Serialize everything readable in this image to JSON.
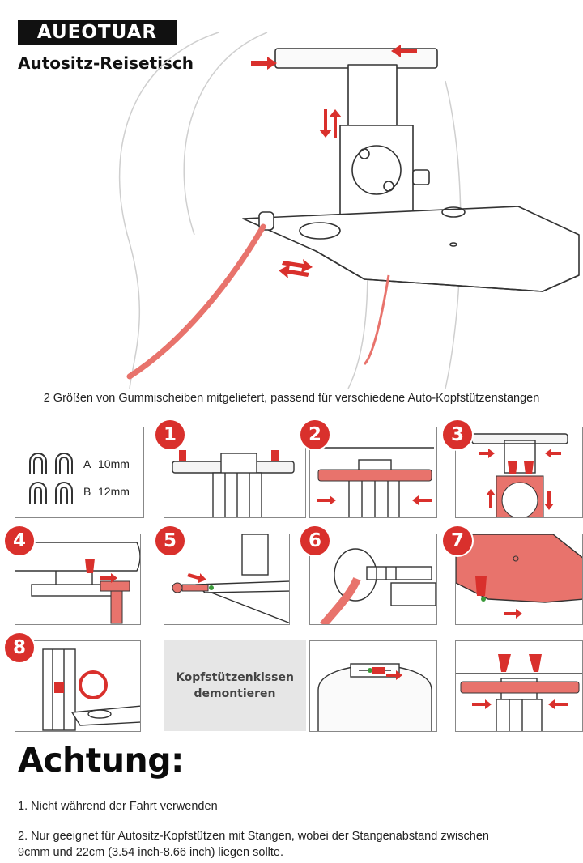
{
  "header": {
    "brand": "AUEOTUAR",
    "subtitle": "Autositz-Reisetisch"
  },
  "caption": "2 Größen von Gummischeiben mitgeliefert, passend für verschiedene Auto-Kopfstützenstangen",
  "sizes": [
    {
      "letter": "A",
      "value": "10mm"
    },
    {
      "letter": "B",
      "value": "12mm"
    }
  ],
  "steps": [
    "1",
    "2",
    "3",
    "4",
    "5",
    "6",
    "7",
    "8"
  ],
  "remove_cushion": {
    "line1": "Kopfstützenkissen",
    "line2": "demontieren"
  },
  "attention": {
    "title": "Achtung:",
    "note1": "1. Nicht während der Fahrt verwenden",
    "note2_line1": "2. Nur geeignet für Autositz-Kopfstützen mit Stangen, wobei der Stangenabstand zwischen",
    "note2_line2": "9cmm und 22cm (3.54 inch-8.66 inch) liegen sollte."
  },
  "colors": {
    "accent_red": "#d9302c",
    "highlight_red": "#e8736c",
    "line": "#333333",
    "grey_box": "#e6e6e6"
  }
}
